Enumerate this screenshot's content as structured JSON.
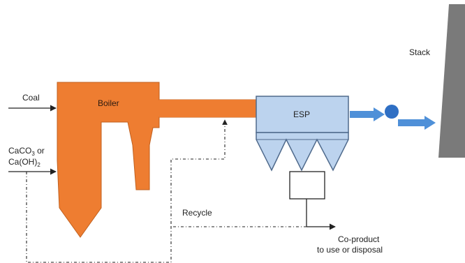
{
  "labels": {
    "coal": "Coal",
    "sorbent_line1": "CaCO",
    "sorbent_sub1": "3",
    "sorbent_or": " or",
    "sorbent_line2": "Ca(OH)",
    "sorbent_sub2": "2",
    "boiler": "Boiler",
    "esp": "ESP",
    "stack": "Stack",
    "recycle": "Recycle",
    "coproduct_line1": "Co-product",
    "coproduct_line2": "to use or disposal"
  },
  "colors": {
    "boiler": "#ee7d31",
    "esp_fill": "#bcd3ee",
    "esp_stroke": "#4f6a8c",
    "arrow_blue": "#4f90d8",
    "fan": "#2f6fc4",
    "stack": "#7a7a7a",
    "line": "#222222"
  }
}
